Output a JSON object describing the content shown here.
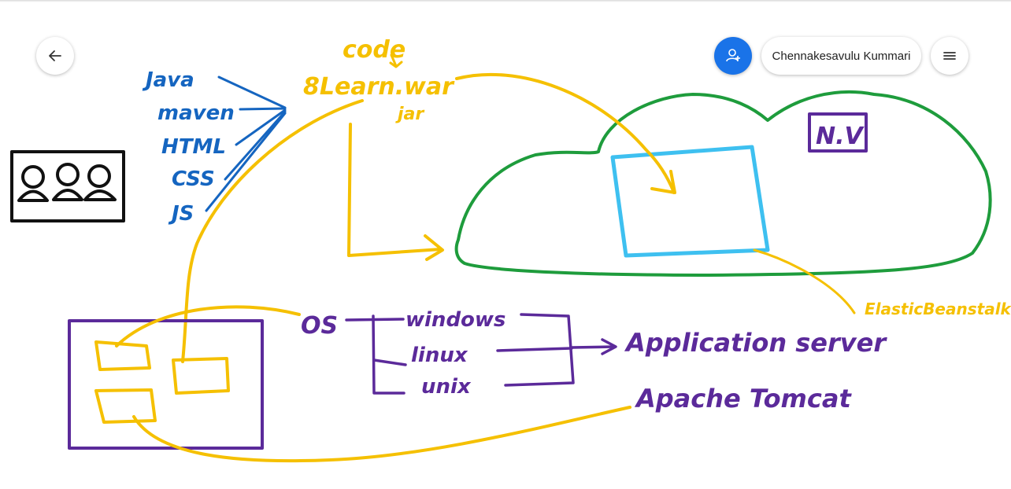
{
  "toolbar": {
    "back_icon": "arrow-left-icon",
    "share_icon": "add-person-icon",
    "share_color": "#1a73e8",
    "user_name": "Chennakesavulu Kummari",
    "menu_icon": "hamburger-menu-icon"
  },
  "ink_colors": {
    "blue": "#1565c0",
    "yellow": "#f5c000",
    "green": "#1e9c3c",
    "light_blue": "#3ec0f0",
    "purple": "#5b2a9a",
    "black": "#111111"
  },
  "notes": {
    "code": "code",
    "app_name": "8Learn.war",
    "jar": "jar",
    "tech_stack": [
      "Java",
      "maven",
      "HTML",
      "CSS",
      "JS"
    ],
    "nv": "N.V",
    "os": "OS",
    "os_list": [
      "windows",
      "linux",
      "unix"
    ],
    "application_server": "Application server",
    "apache_tomcat": "Apache Tomcat",
    "elastic_beanstalk": "ElasticBeanstalk"
  }
}
